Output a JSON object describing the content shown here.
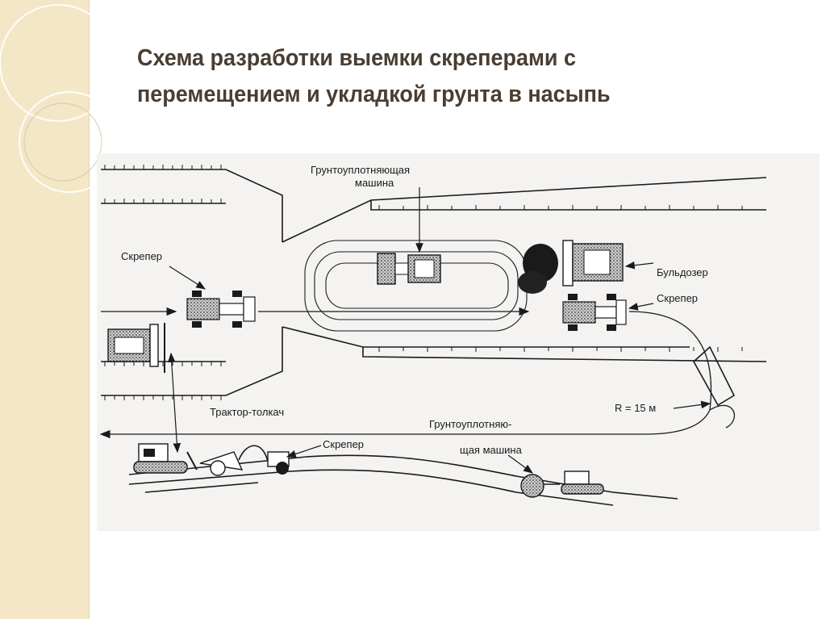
{
  "slide": {
    "title_line1": "Схема разработки выемки скреперами с",
    "title_line2": "перемещением и укладкой грунта в насыпь"
  },
  "diagram": {
    "labels": {
      "compactor_top_1": "Грунтоуплотняющая",
      "compactor_top_2": "машина",
      "scraper_left": "Скрепер",
      "bulldozer": "Бульдозер",
      "scraper_right": "Скрепер",
      "radius": "R = 15 м",
      "pusher_tractor": "Трактор-толкач",
      "compactor_bottom_1": "Грунтоуплотняю-",
      "compactor_bottom_2": "щая машина",
      "scraper_bottom": "Скрепер"
    }
  },
  "colors": {
    "title": "#4a3d31",
    "side_band": "#f3e7c8",
    "ink": "#1a1a1a"
  }
}
